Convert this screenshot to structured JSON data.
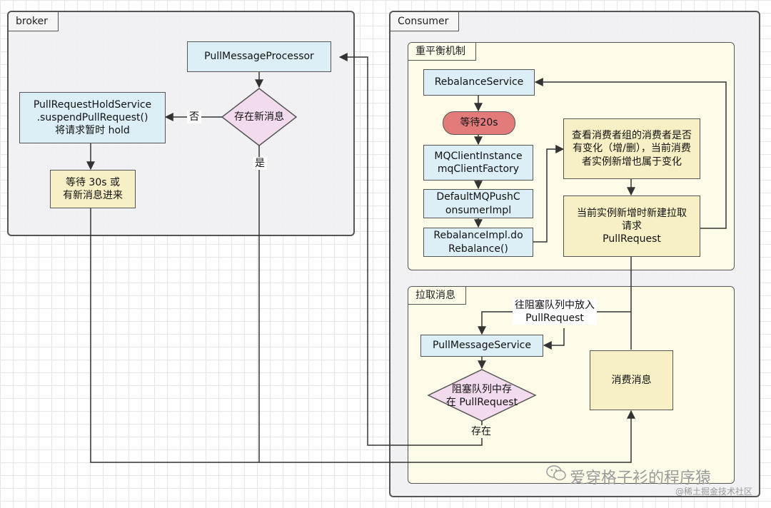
{
  "frames": {
    "broker": "broker",
    "consumer": "Consumer",
    "rebalance": "重平衡机制",
    "pull": "拉取消息"
  },
  "nodes": {
    "pull_message_processor": "PullMessageProcessor",
    "has_new_message": "存在新消息",
    "hold_service_line1": "PullRequestHoldService",
    "hold_service_line2": ".suspendPullRequest()",
    "hold_service_line3": "将请求暂时 hold",
    "wait_30s_line1": "等待 30s 或",
    "wait_30s_line2": "有新消息进来",
    "rebalance_service": "RebalanceService",
    "wait_20s": "等待20s",
    "mq_client_line1": "MQClientInstance",
    "mq_client_line2": "mqClientFactory",
    "default_push_line1": "DefaultMQPushC",
    "default_push_line2": "onsumerImpl",
    "rebalance_impl_line1": "RebalanceImpl.do",
    "rebalance_impl_line2": "Rebalance()",
    "check_consumers": "查看消费者组的消费者是否有变化（增/删），当前消费者实例新增也属于变化",
    "create_request_line1": "当前实例新增时新建拉取",
    "create_request_line2": "请求",
    "create_request_line3": "PullRequest",
    "pull_message_service": "PullMessageService",
    "queue_has_line1": "阻塞队列中存",
    "queue_has_line2": "在 PullRequest",
    "consume_message": "消费消息"
  },
  "edge_labels": {
    "no": "否",
    "yes": "是",
    "exists": "存在",
    "put_queue_line1": "往阻塞队列中放入",
    "put_queue_line2": "PullRequest"
  },
  "watermark": {
    "text": "爱穿格子衫的程序猿",
    "sub": "@稀土掘金技术社区"
  }
}
